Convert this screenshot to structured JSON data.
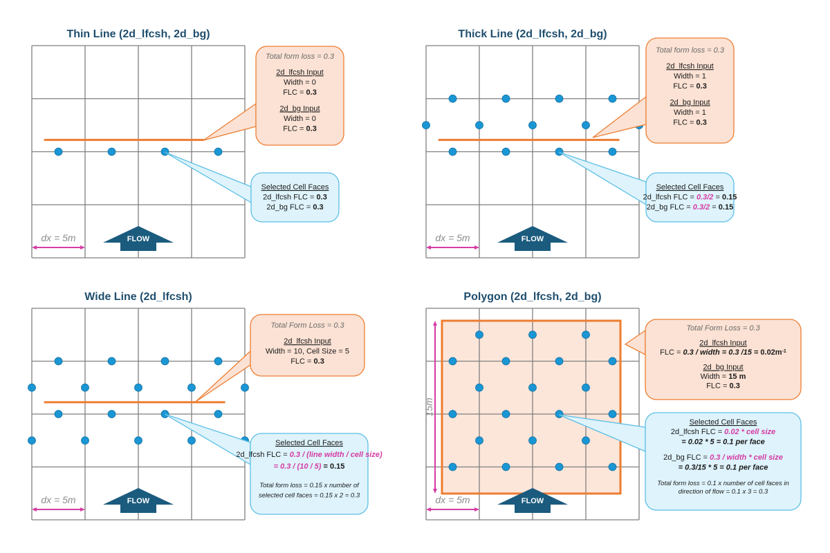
{
  "colors": {
    "title": "#1f4e6e",
    "grid": "#7f7f7f",
    "dot": "#1a96d4",
    "orange": "#ed7d31",
    "orange_fill": "#fbe2d4",
    "blue_border": "#5bbfe6",
    "blue_fill": "#def3fb",
    "magenta": "#d63ca4",
    "flow_arrow": "#1b5b7e"
  },
  "common": {
    "dx_label": "dx = 5m",
    "flow_label": "FLOW",
    "grid_cols": 4,
    "grid_rows": 4
  },
  "panels": [
    {
      "id": "thin-line",
      "title": "Thin Line (2d_lfcsh, 2d_bg)",
      "type": "line",
      "line_grid_y": 1.75,
      "line_span": [
        0.23,
        3.23
      ],
      "selected_faces": {
        "horizontal_rows": [
          2
        ],
        "vertical_rows": []
      },
      "orange_callout": {
        "lines": [
          {
            "parts": [
              {
                "t": "Total form loss = 0.3",
                "s": "gray-it"
              }
            ]
          },
          {
            "parts": []
          },
          {
            "parts": [
              {
                "t": "2d_lfcsh Input",
                "s": "u"
              }
            ]
          },
          {
            "parts": [
              {
                "t": "Width = 0",
                "s": ""
              }
            ]
          },
          {
            "parts": [
              {
                "t": "FLC = ",
                "s": ""
              },
              {
                "t": "0.3",
                "s": "b"
              }
            ]
          },
          {
            "parts": []
          },
          {
            "parts": [
              {
                "t": "2d_bg Input",
                "s": "u"
              }
            ]
          },
          {
            "parts": [
              {
                "t": "Width = 0",
                "s": ""
              }
            ]
          },
          {
            "parts": [
              {
                "t": "FLC = ",
                "s": ""
              },
              {
                "t": "0.3",
                "s": "b"
              }
            ]
          }
        ]
      },
      "blue_callout": {
        "lines": [
          {
            "parts": [
              {
                "t": "Selected Cell Faces",
                "s": "u"
              }
            ]
          },
          {
            "parts": [
              {
                "t": "2d_lfcsh FLC = ",
                "s": ""
              },
              {
                "t": "0.3",
                "s": "b"
              }
            ]
          },
          {
            "parts": [
              {
                "t": "2d_bg FLC = ",
                "s": ""
              },
              {
                "t": "0.3",
                "s": "b"
              }
            ]
          }
        ]
      }
    },
    {
      "id": "thick-line",
      "title": "Thick Line (2d_lfcsh, 2d_bg)",
      "type": "line",
      "line_grid_y": 1.75,
      "line_span": [
        0.23,
        3.63
      ],
      "selected_faces": {
        "horizontal_rows": [
          1,
          2
        ],
        "vertical_rows": [
          1.5
        ]
      },
      "orange_callout": {
        "lines": [
          {
            "parts": [
              {
                "t": "Total form loss = 0.3",
                "s": "gray-it"
              }
            ]
          },
          {
            "parts": []
          },
          {
            "parts": [
              {
                "t": "2d_lfcsh Input",
                "s": "u"
              }
            ]
          },
          {
            "parts": [
              {
                "t": "Width = 1",
                "s": ""
              }
            ]
          },
          {
            "parts": [
              {
                "t": "FLC = ",
                "s": ""
              },
              {
                "t": "0.3",
                "s": "b"
              }
            ]
          },
          {
            "parts": []
          },
          {
            "parts": [
              {
                "t": "2d_bg Input",
                "s": "u"
              }
            ]
          },
          {
            "parts": [
              {
                "t": "Width = 1",
                "s": ""
              }
            ]
          },
          {
            "parts": [
              {
                "t": "FLC = ",
                "s": ""
              },
              {
                "t": "0.3",
                "s": "b"
              }
            ]
          }
        ]
      },
      "blue_callout": {
        "lines": [
          {
            "parts": [
              {
                "t": "Selected Cell Faces",
                "s": "u"
              }
            ]
          },
          {
            "parts": [
              {
                "t": "2d_lfcsh FLC = ",
                "s": ""
              },
              {
                "t": "0.3/2",
                "s": "mag"
              },
              {
                "t": " = ",
                "s": ""
              },
              {
                "t": "0.15",
                "s": "b"
              }
            ]
          },
          {
            "parts": [
              {
                "t": "2d_bg FLC = ",
                "s": ""
              },
              {
                "t": "0.3/2",
                "s": "mag"
              },
              {
                "t": " = ",
                "s": ""
              },
              {
                "t": "0.15",
                "s": "b"
              }
            ]
          }
        ]
      }
    },
    {
      "id": "wide-line",
      "title": "Wide Line (2d_lfcsh)",
      "type": "line",
      "line_grid_y": 1.75,
      "line_span": [
        0.23,
        3.63
      ],
      "selected_faces": {
        "horizontal_rows": [
          1,
          2
        ],
        "vertical_rows": [
          1.5,
          2.5
        ]
      },
      "orange_callout": {
        "lines": [
          {
            "parts": [
              {
                "t": "Total Form Loss = 0.3",
                "s": "gray-it"
              }
            ]
          },
          {
            "parts": []
          },
          {
            "parts": [
              {
                "t": "2d_lfcsh Input",
                "s": "u"
              }
            ]
          },
          {
            "parts": [
              {
                "t": "Width = 10, Cell Size = 5",
                "s": ""
              }
            ]
          },
          {
            "parts": [
              {
                "t": "FLC = ",
                "s": ""
              },
              {
                "t": "0.3",
                "s": "b"
              }
            ]
          }
        ]
      },
      "blue_callout": {
        "lines": [
          {
            "parts": [
              {
                "t": "Selected Cell Faces",
                "s": "u"
              }
            ]
          },
          {
            "parts": [
              {
                "t": "2d_lfcsh FLC = ",
                "s": ""
              },
              {
                "t": "0.3 / (",
                "s": "mag"
              },
              {
                "t": "line width / cell size",
                "s": "mag"
              },
              {
                "t": ")",
                "s": "mag"
              }
            ]
          },
          {
            "parts": [
              {
                "t": "= 0.3 / (",
                "s": "mag"
              },
              {
                "t": "10 / 5",
                "s": "mag"
              },
              {
                "t": ")",
                "s": "mag"
              },
              {
                "t": " = 0.15",
                "s": "b"
              }
            ]
          },
          {
            "parts": []
          },
          {
            "parts": [
              {
                "t": "Total form loss  = 0.15 x number of",
                "s": "small-it"
              }
            ]
          },
          {
            "parts": [
              {
                "t": "selected cell faces = 0.15 x 2 = 0.3",
                "s": "small-it"
              }
            ]
          }
        ]
      }
    },
    {
      "id": "polygon",
      "title": "Polygon (2d_lfcsh, 2d_bg)",
      "type": "polygon",
      "height_label": "15m",
      "selected_faces": {
        "horizontal_rows": [
          1,
          2,
          3
        ],
        "vertical_rows": [
          0.5,
          1.5,
          2.5
        ],
        "horizontal_cols": [
          0,
          1,
          2,
          3
        ],
        "vertical_cols": [
          1,
          2,
          3
        ]
      },
      "orange_callout": {
        "lines": [
          {
            "parts": [
              {
                "t": "Total Form Loss = 0.3",
                "s": "gray-it"
              }
            ]
          },
          {
            "parts": []
          },
          {
            "parts": [
              {
                "t": "2d_lfcsh Input",
                "s": "u"
              }
            ]
          },
          {
            "parts": [
              {
                "t": "FLC = ",
                "s": ""
              },
              {
                "t": "0.3 / width = 0.3 /15 = ",
                "s": "bi"
              },
              {
                "t": "0.02m",
                "s": "b"
              },
              {
                "t": "-1",
                "s": "sup"
              }
            ]
          },
          {
            "parts": []
          },
          {
            "parts": [
              {
                "t": "2d_bg Input",
                "s": "u"
              }
            ]
          },
          {
            "parts": [
              {
                "t": "Width =  ",
                "s": ""
              },
              {
                "t": "15 m",
                "s": "b"
              }
            ]
          },
          {
            "parts": [
              {
                "t": "FLC = ",
                "s": ""
              },
              {
                "t": "0.3",
                "s": "b"
              }
            ]
          }
        ]
      },
      "blue_callout": {
        "lines": [
          {
            "parts": [
              {
                "t": "Selected Cell Faces",
                "s": "u"
              }
            ]
          },
          {
            "parts": [
              {
                "t": "2d_lfcsh FLC = ",
                "s": ""
              },
              {
                "t": "0.02 * cell size",
                "s": "mag"
              }
            ]
          },
          {
            "parts": [
              {
                "t": "= 0.02 * 5 =  0.1 per face",
                "s": "bi"
              }
            ]
          },
          {
            "parts": []
          },
          {
            "parts": [
              {
                "t": "2d_bg FLC = ",
                "s": ""
              },
              {
                "t": "0.3 / width * cell size",
                "s": "mag"
              }
            ]
          },
          {
            "parts": [
              {
                "t": "= 0.3/15 * 5  = 0.1 per face",
                "s": "bi"
              }
            ]
          },
          {
            "parts": []
          },
          {
            "parts": [
              {
                "t": "Total form loss = 0.1  x number of cell faces in",
                "s": "small-it"
              }
            ]
          },
          {
            "parts": [
              {
                "t": "direction of flow = 0.1 x 3 = 0.3",
                "s": "small-it"
              }
            ]
          }
        ]
      }
    }
  ]
}
